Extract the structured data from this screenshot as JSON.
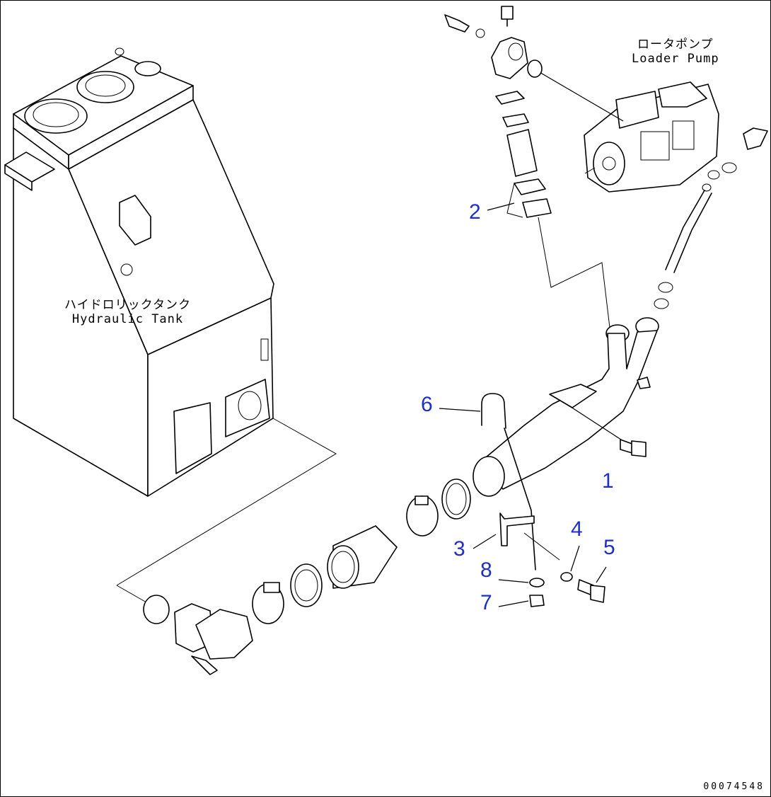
{
  "labels": {
    "hydraulic_tank_jp": "ハイドロリックタンク",
    "hydraulic_tank_en": "Hydraulic Tank",
    "loader_pump_jp": "ロータポンプ",
    "loader_pump_en": "Loader Pump"
  },
  "callouts": [
    "1",
    "2",
    "3",
    "4",
    "5",
    "6",
    "7",
    "8"
  ],
  "doc_number": "00074548",
  "colors": {
    "callout": "#1c2fd0",
    "line": "#000000"
  }
}
